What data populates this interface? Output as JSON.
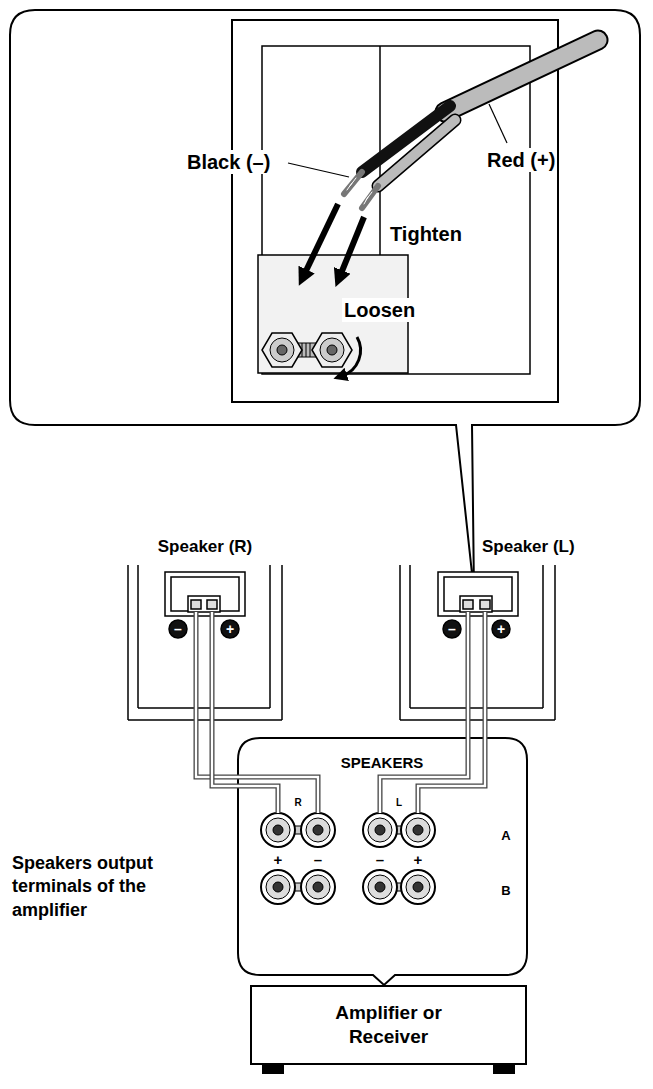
{
  "diagram": {
    "nodes": [
      {
        "text": [
          "Black (–)",
          "Red (+)",
          "Tighten",
          "Loosen"
        ]
      },
      {
        "text": [
          "Speaker (R)"
        ]
      },
      {
        "text": [
          "Speaker (L)"
        ]
      },
      {
        "text": [
          "SPEAKERS",
          "R",
          "L",
          "A",
          "+",
          "–",
          "–",
          "+",
          "B"
        ]
      },
      {
        "text": [
          "Amplifier or Receiver"
        ]
      }
    ],
    "edges": [
      {
        "from": 1,
        "to": 3,
        "arrow": "none"
      },
      {
        "from": 1,
        "to": 3,
        "arrow": "none"
      },
      {
        "from": 2,
        "to": 3,
        "arrow": "none"
      },
      {
        "from": 2,
        "to": 3,
        "arrow": "none"
      }
    ],
    "labels": [
      "–",
      "+",
      "–",
      "+",
      "Speakers output terminals of the amplifier"
    ]
  }
}
